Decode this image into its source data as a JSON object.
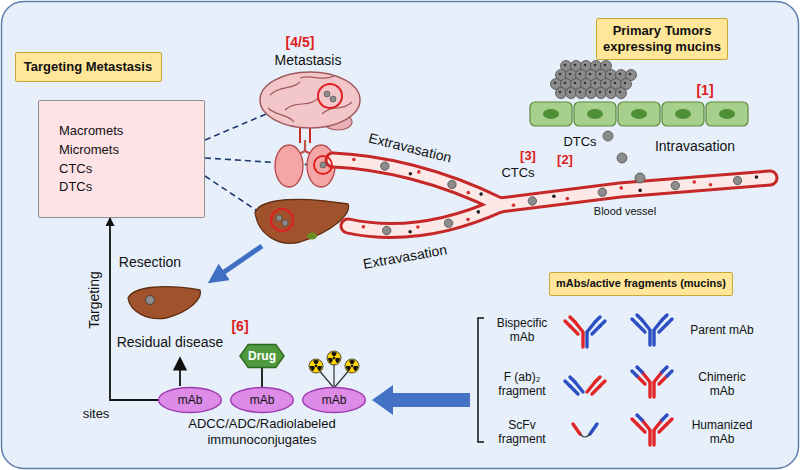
{
  "diagram": {
    "nodes": [
      {
        "text": [
          "Targeting Metastasis"
        ]
      },
      {
        "text": [
          "Macromets",
          "Micromets",
          "CTCs",
          "DTCs"
        ]
      },
      {
        "text": [
          "Primary Tumors expressing mucins"
        ]
      },
      {
        "text": [
          "mAbs/active fragments (mucins)"
        ]
      },
      {
        "text": [
          "Drug"
        ]
      },
      {
        "text": [
          "mAb"
        ]
      },
      {
        "text": [
          "mAb"
        ]
      },
      {
        "text": [
          "mAb"
        ]
      }
    ],
    "edges": [
      {
        "from": 4,
        "to": 6,
        "arrow": "none"
      },
      {
        "from": 5,
        "to": 1,
        "arrow": "to"
      }
    ],
    "labels": [
      "[4/5]",
      "Metastasis",
      "[1]",
      "DTCs",
      "[2]",
      "Intravasation",
      "[3]",
      "CTCs",
      "Extravasation",
      "Extravasation",
      "Blood vessel",
      "Resection",
      "Residual disease",
      "[6]",
      "Targeting",
      "sites",
      "ADCC/ADC/Radiolabeled immunoconjugates",
      "Bispecific mAb",
      "F (ab)₂ fragment",
      "ScFv fragment",
      "Parent mAb",
      "Chimeric mAb",
      "Humanized mAb"
    ]
  }
}
